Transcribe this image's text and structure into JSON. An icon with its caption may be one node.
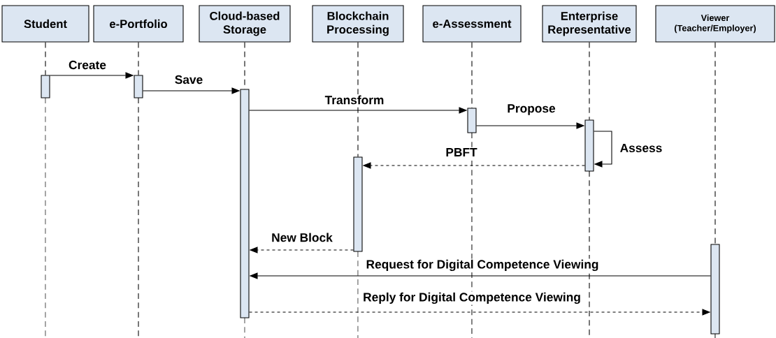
{
  "diagram": {
    "nodes": [
      {
        "text": [
          "Student"
        ]
      },
      {
        "text": [
          "e-Portfolio"
        ]
      },
      {
        "text": [
          "Cloud-based Storage"
        ]
      },
      {
        "text": [
          "Blockchain Processing"
        ]
      },
      {
        "text": [
          "e-Assessment"
        ]
      },
      {
        "text": [
          "Enterprise Representative"
        ]
      },
      {
        "text": [
          "Viewer (Teacher/Employer)"
        ]
      },
      {
        "text": [],
        "shape": "bar"
      },
      {
        "text": [],
        "shape": "bar"
      },
      {
        "text": [],
        "shape": "bar"
      },
      {
        "text": [],
        "shape": "bar"
      },
      {
        "text": [],
        "shape": "bar"
      },
      {
        "text": [],
        "shape": "bar"
      },
      {
        "text": [],
        "shape": "bar"
      }
    ],
    "edges": [
      {
        "from": 0,
        "to": 7,
        "arrow": "none",
        "style": "dashed"
      },
      {
        "from": 1,
        "to": 8,
        "arrow": "none",
        "style": "dashed"
      },
      {
        "from": 2,
        "to": 9,
        "arrow": "none",
        "style": "dashed"
      },
      {
        "from": 3,
        "to": 10,
        "arrow": "none",
        "style": "dashed"
      },
      {
        "from": 4,
        "to": 11,
        "arrow": "none",
        "style": "dashed"
      },
      {
        "from": 5,
        "to": 12,
        "arrow": "none",
        "style": "dashed"
      },
      {
        "from": 6,
        "to": 13,
        "arrow": "none",
        "style": "dashed"
      },
      {
        "from": 7,
        "to": 8,
        "arrow": "to",
        "label": "Create"
      },
      {
        "from": 8,
        "to": 9,
        "arrow": "to",
        "label": "Save"
      },
      {
        "from": 9,
        "to": 11,
        "arrow": "to",
        "label": "Transform"
      },
      {
        "from": 11,
        "to": 12,
        "arrow": "to",
        "label": "Propose"
      },
      {
        "from": 12,
        "to": 12,
        "arrow": "to",
        "label": "Assess"
      },
      {
        "from": 12,
        "to": 10,
        "arrow": "to",
        "label": "PBFT",
        "style": "dashed"
      },
      {
        "from": 10,
        "to": 9,
        "arrow": "to",
        "label": "New Block",
        "style": "dashed"
      },
      {
        "from": 13,
        "to": 9,
        "arrow": "to",
        "label": "Request for Digital Competence Viewing"
      },
      {
        "from": 9,
        "to": 13,
        "arrow": "to",
        "label": "Reply for Digital Competence Viewing",
        "style": "dashed"
      }
    ]
  }
}
